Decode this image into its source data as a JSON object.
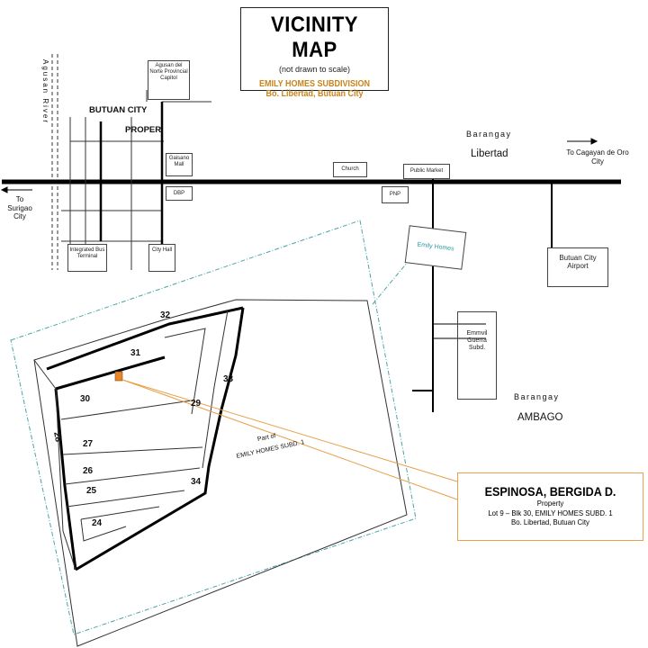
{
  "title": {
    "main": "VICINITY MAP",
    "note": "(not drawn to scale)",
    "subdivision": "EMILY HOMES SUBDIVISION",
    "location": "Bo. Libertad, Butuan City"
  },
  "river_label": "Agusan River",
  "place_labels": {
    "butuan_city": "BUTUAN CITY",
    "proper": "PROPER",
    "barangay_libertad": "Barangay",
    "libertad": "Libertad",
    "barangay_ambago": "Barangay",
    "ambago": "AMBAGO",
    "to_surigao": "To Surigao City",
    "to_cagayan": "To Cagayan de Oro City",
    "part_of_1": "Part of",
    "part_of_2": "EMILY HOMES SUBD. 1"
  },
  "landmarks": {
    "capitol": "Agusan del Norte Provincial Capitol",
    "gaisano": "Gaisano Mall",
    "dbp": "DBP",
    "church": "Church",
    "public_market": "Public Market",
    "pnp": "PNP",
    "terminal": "Integrated Bus Terminal",
    "city_hall": "City Hall",
    "emily_homes": "Emily Homes",
    "airport": "Butuan City Airport",
    "guerra": "Emmvil Guerra Subd."
  },
  "lots": [
    "32",
    "31",
    "30",
    "33",
    "29",
    "28",
    "27",
    "26",
    "25",
    "34",
    "24"
  ],
  "owner": {
    "name": "ESPINOSA, BERGIDA D.",
    "line1": "Property",
    "line2": "Lot 9 – Blk 30, EMILY HOMES SUBD. 1",
    "line3": "Bo. Libertad, Butuan City"
  },
  "colors": {
    "road": "#000000",
    "inset_border": "#4aa6a6",
    "emily_homes_text": "#2a9aa0",
    "property_fill": "#e8872a",
    "leader_line": "#e8a04a",
    "title_accent": "#c8841a"
  }
}
